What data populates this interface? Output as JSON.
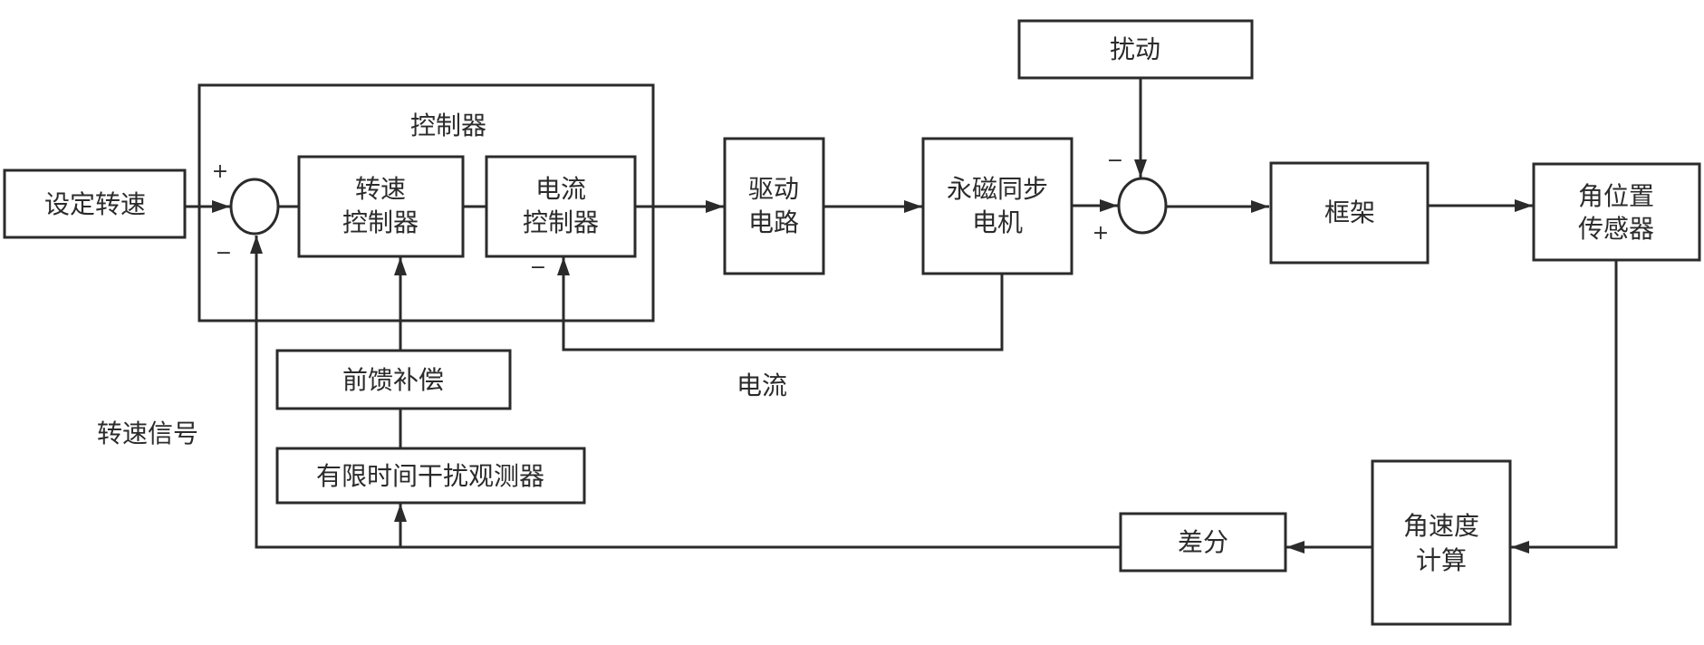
{
  "diagram": {
    "type": "control-block-diagram",
    "blocks": {
      "set_speed": "设定转速",
      "controller_group": "控制器",
      "speed_controller": [
        "转速",
        "控制器"
      ],
      "current_controller": [
        "电流",
        "控制器"
      ],
      "drive_circuit": [
        "驱动",
        "电路"
      ],
      "pmsm": [
        "永磁同步",
        "电机"
      ],
      "disturbance": "扰动",
      "frame": "框架",
      "angle_sensor": [
        "角位置",
        "传感器"
      ],
      "angular_velocity_calc": [
        "角速度",
        "计算"
      ],
      "difference": "差分",
      "feedforward": "前馈补偿",
      "observer": "有限时间干扰观测器"
    },
    "labels": {
      "current_signal": "电流",
      "speed_signal": "转速信号"
    },
    "signs": {
      "sum1_plus": "+",
      "sum1_minus": "−",
      "current_minus": "−",
      "sum2_minus": "−",
      "sum2_plus": "+"
    },
    "connections": [
      [
        "set_speed",
        "sum1"
      ],
      [
        "sum1",
        "speed_controller"
      ],
      [
        "speed_controller",
        "current_controller"
      ],
      [
        "current_controller",
        "drive_circuit"
      ],
      [
        "drive_circuit",
        "pmsm"
      ],
      [
        "pmsm",
        "sum2"
      ],
      [
        "disturbance",
        "sum2"
      ],
      [
        "sum2",
        "frame"
      ],
      [
        "frame",
        "angle_sensor"
      ],
      [
        "angle_sensor",
        "angular_velocity_calc"
      ],
      [
        "angular_velocity_calc",
        "difference"
      ],
      [
        "difference",
        "sum1"
      ],
      [
        "difference",
        "observer"
      ],
      [
        "observer",
        "feedforward"
      ],
      [
        "feedforward",
        "speed_controller"
      ],
      [
        "pmsm",
        "current_controller"
      ]
    ]
  }
}
